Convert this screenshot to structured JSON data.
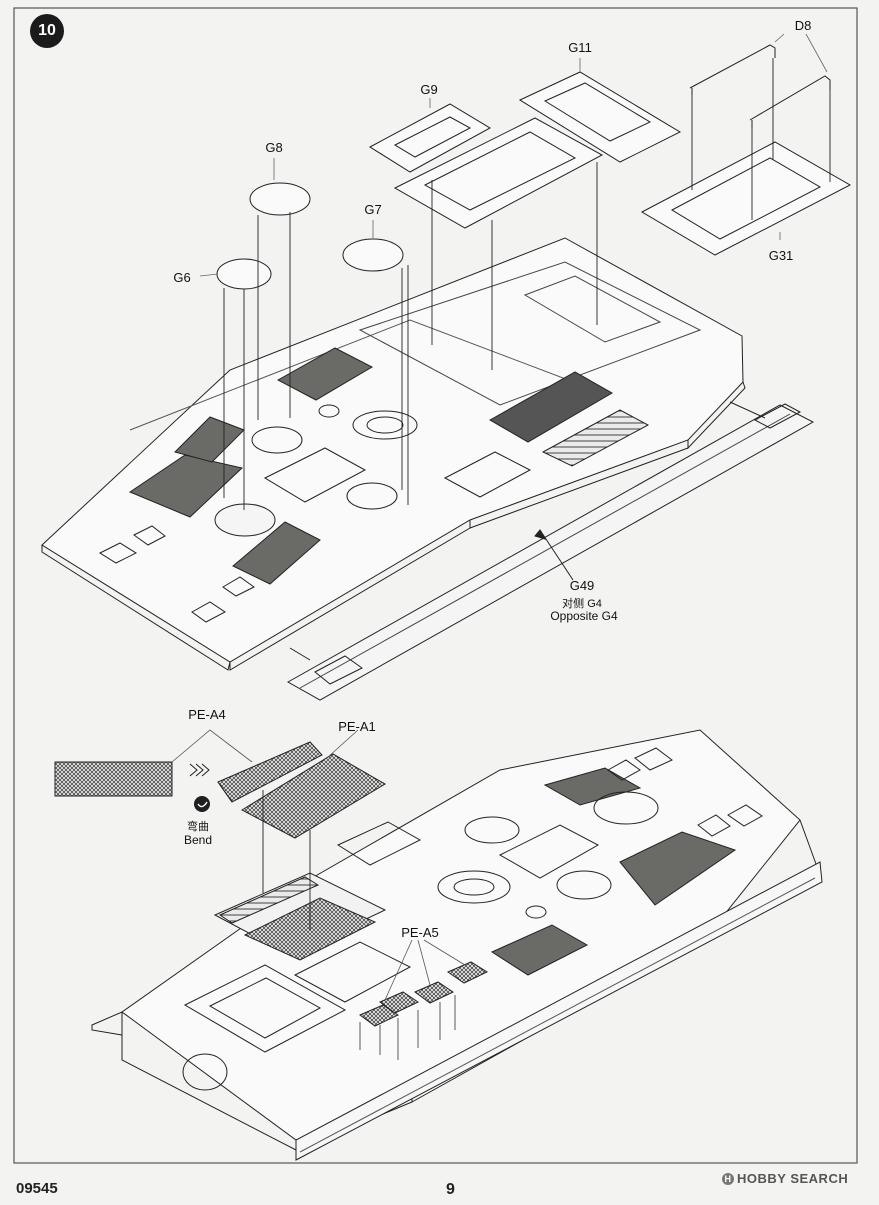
{
  "step": "10",
  "footer": {
    "code": "09545",
    "page": "9"
  },
  "watermark": {
    "prefix": "H",
    "text": "HOBBY SEARCH"
  },
  "labels": {
    "d8": "D8",
    "g11": "G11",
    "g9": "G9",
    "g8": "G8",
    "g7": "G7",
    "g6": "G6",
    "g31": "G31",
    "g49": "G49",
    "g49_cn": "对侧 G4",
    "g49_en": "Opposite G4",
    "pe_a4": "PE-A4",
    "pe_a1": "PE-A1",
    "pe_a5": "PE-A5",
    "bend_cn": "弯曲",
    "bend_en": "Bend"
  },
  "colors": {
    "ink": "#222222",
    "paper": "#f3f3f1",
    "panel_fill": "#6a6a66",
    "mesh": "#3a3a3a"
  }
}
